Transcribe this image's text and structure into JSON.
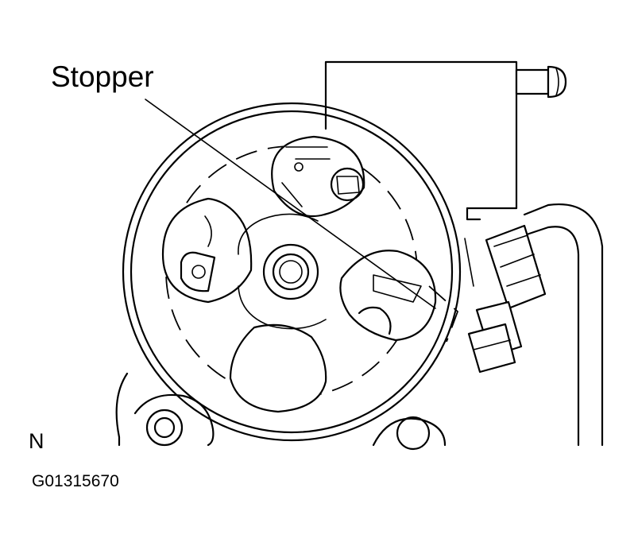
{
  "labels": {
    "callout": "Stopper",
    "corner_letter": "N",
    "figure_id": "G01315670"
  }
}
